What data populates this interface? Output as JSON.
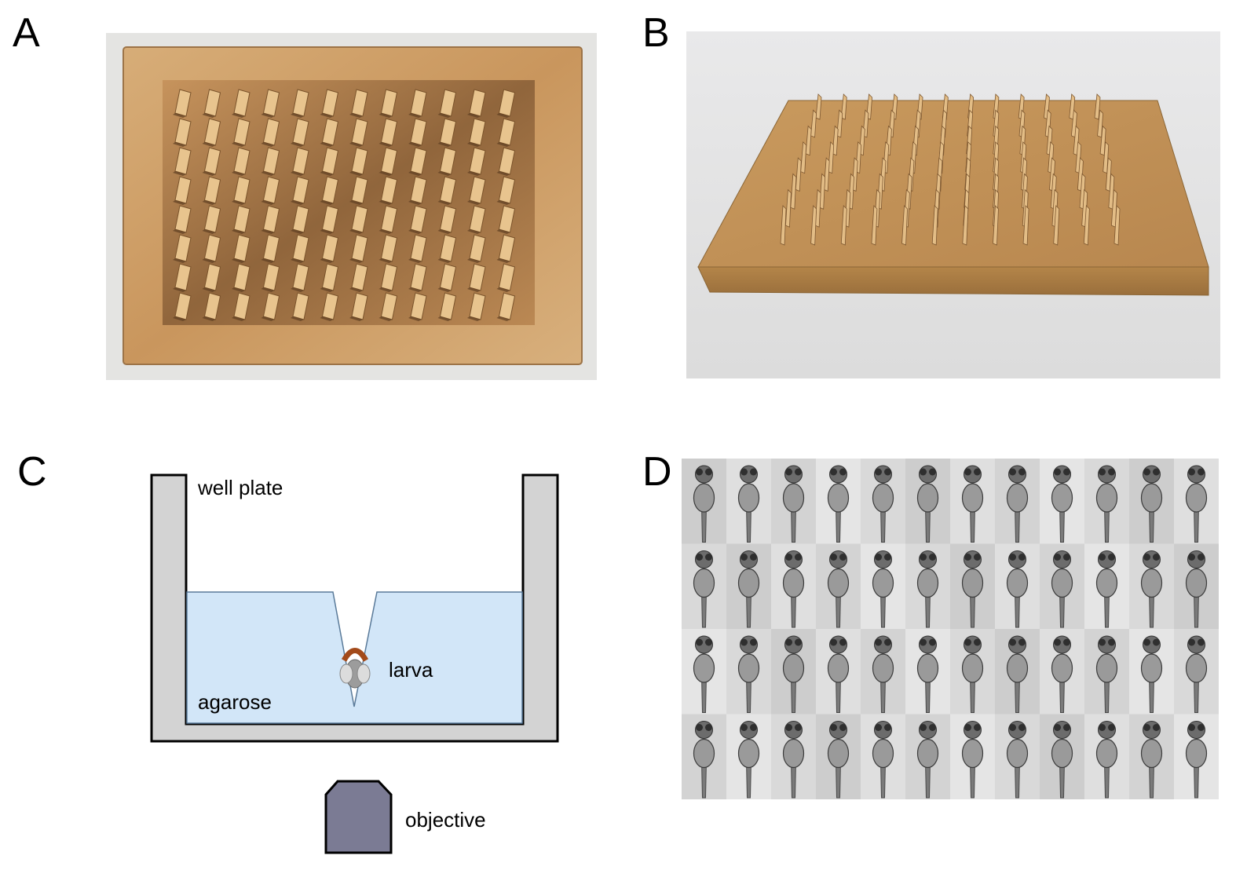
{
  "panels": {
    "a": {
      "letter": "A"
    },
    "b": {
      "letter": "B"
    },
    "c": {
      "letter": "C"
    },
    "d": {
      "letter": "D"
    }
  },
  "diagram": {
    "well_plate_label": "well plate",
    "agarose_label": "agarose",
    "larva_label": "larva",
    "objective_label": "objective"
  },
  "colors": {
    "brass_light": "#d9b27e",
    "brass_dark": "#a67845",
    "wall_gray": "#d3d3d3",
    "agarose_blue": "#d2e6f8",
    "agarose_edge": "#5a7a99",
    "objective_fill": "#7b7b94",
    "larva_head": "#a34a1a"
  },
  "mold_grid": {
    "rows": 8,
    "cols": 12
  },
  "larvae_grid": {
    "rows": 4,
    "cols": 12
  }
}
